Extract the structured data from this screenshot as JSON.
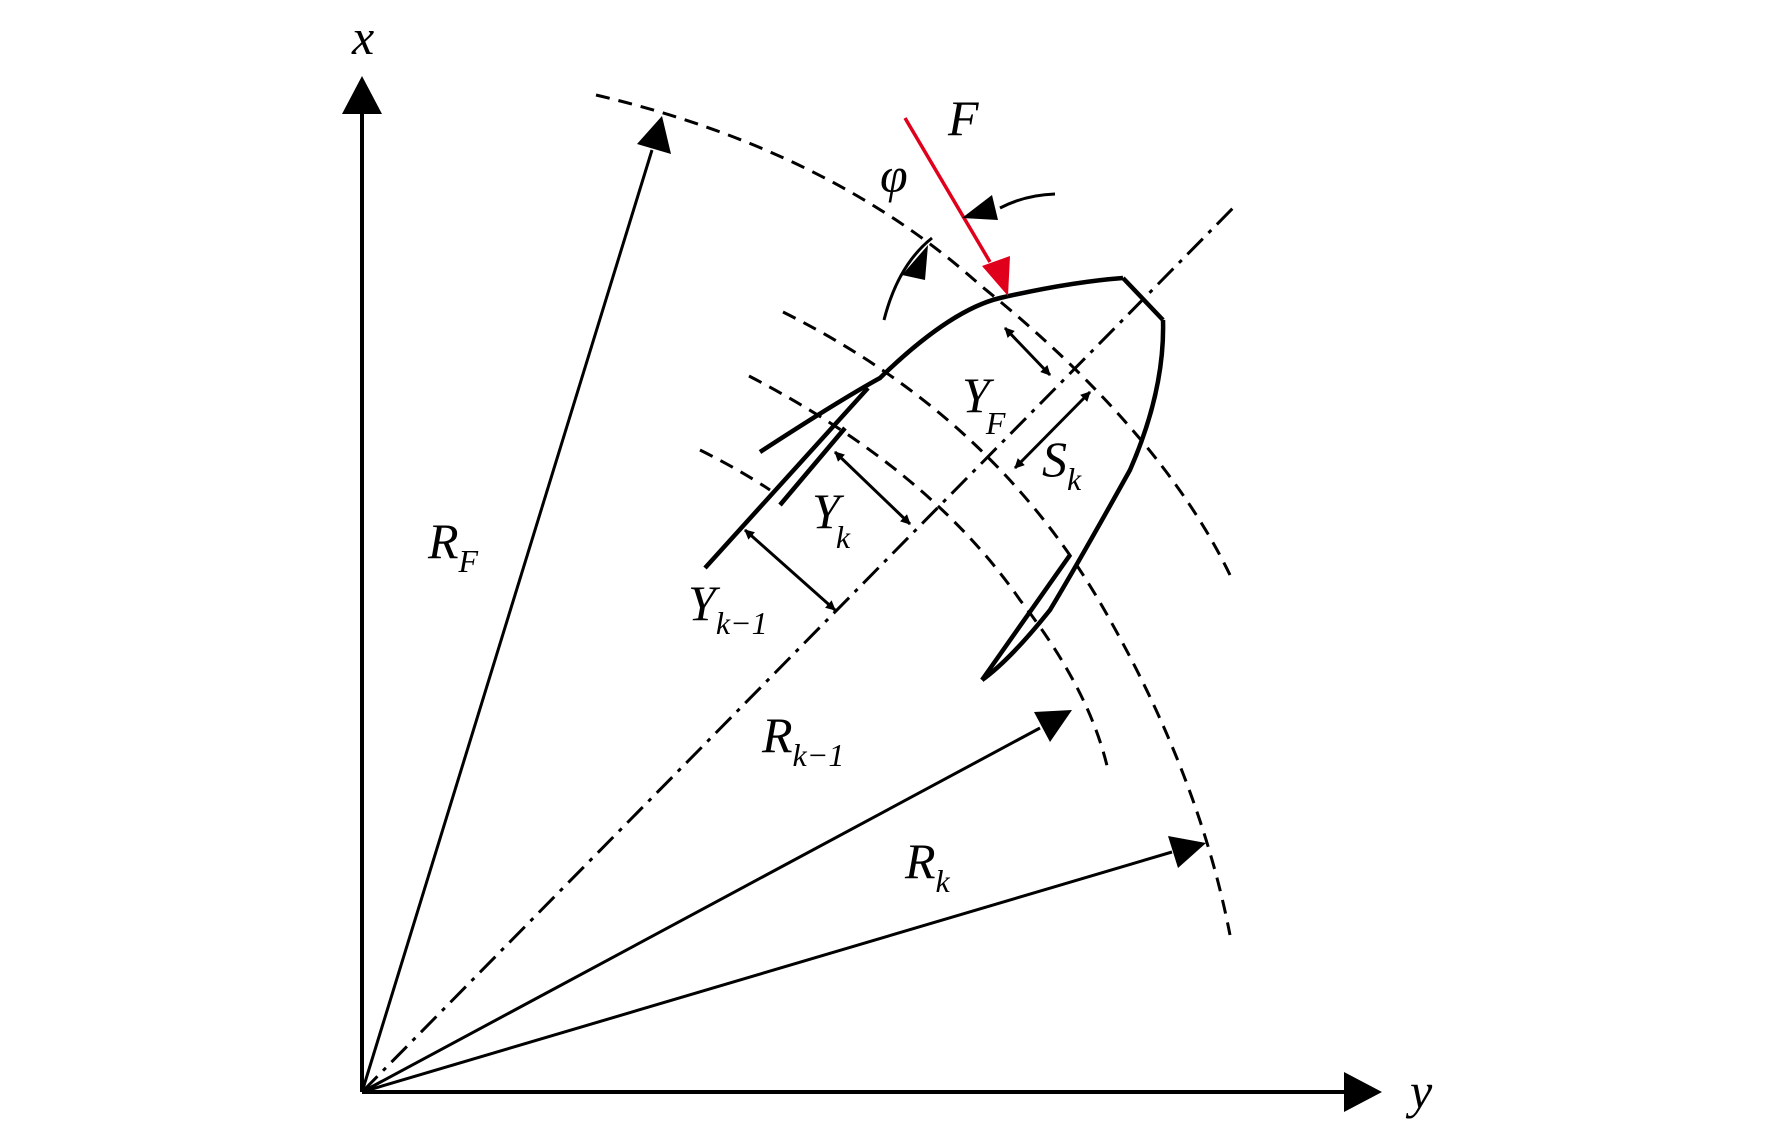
{
  "colors": {
    "ink": "#000000",
    "force": "#e0001b",
    "background": "#ffffff"
  },
  "labels": {
    "x_axis": "x",
    "y_axis": "y",
    "force": "F",
    "angle": "φ",
    "r_f_main": "R",
    "r_f_sub": "F",
    "r_k1_main": "R",
    "r_k1_sub": "k−1",
    "r_k_main": "R",
    "r_k_sub": "k",
    "y_f_main": "Y",
    "y_f_sub": "F",
    "s_k_main": "S",
    "s_k_sub": "k",
    "y_k_main": "Y",
    "y_k_sub": "k",
    "y_k1_main": "Y",
    "y_k1_sub": "k−1"
  }
}
